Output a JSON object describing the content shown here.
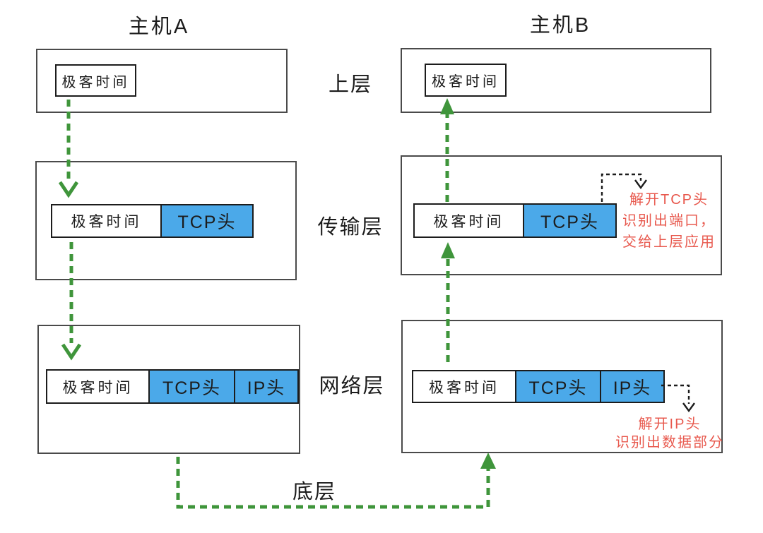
{
  "colors": {
    "green": "#3f953b",
    "blue": "#4ba9e9",
    "red": "#e8594e",
    "ink": "#1c1c1c",
    "outer-border": "#4a4a4a",
    "inner-border": "#1c1c1c"
  },
  "host_a": {
    "title": "主机A"
  },
  "host_b": {
    "title": "主机B"
  },
  "layers": {
    "upper": "上层",
    "transport": "传输层",
    "network": "网络层",
    "bottom": "底层"
  },
  "packet": {
    "data": "极客时间",
    "tcp": "TCP头",
    "ip": "IP头"
  },
  "notes": {
    "tcp_unpack": [
      "解开TCP头",
      "识别出端口，",
      "交给上层应用"
    ],
    "ip_unpack": [
      "解开IP头",
      "识别出数据部分"
    ]
  }
}
